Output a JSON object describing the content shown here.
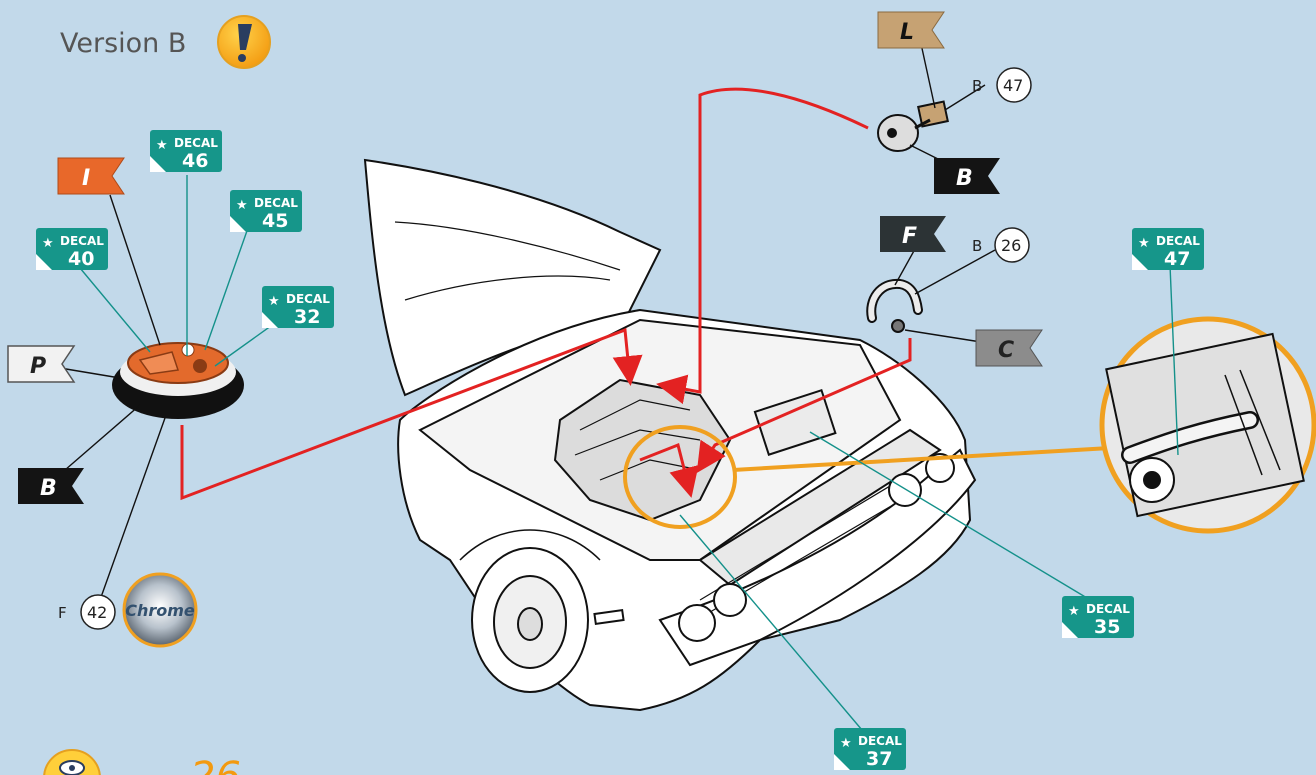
{
  "header": {
    "version_label": "Version B",
    "warning_icon": "exclamation-icon"
  },
  "decals": [
    {
      "id": "d46",
      "word": "DECAL",
      "number": "46"
    },
    {
      "id": "d45",
      "word": "DECAL",
      "number": "45"
    },
    {
      "id": "d40",
      "word": "DECAL",
      "number": "40"
    },
    {
      "id": "d32",
      "word": "DECAL",
      "number": "32"
    },
    {
      "id": "d47",
      "word": "DECAL",
      "number": "47"
    },
    {
      "id": "d35",
      "word": "DECAL",
      "number": "35"
    },
    {
      "id": "d37",
      "word": "DECAL",
      "number": "37"
    }
  ],
  "flags": [
    {
      "id": "flag-I",
      "letter": "I",
      "color": "#e8682a",
      "text_color": "#ffffff"
    },
    {
      "id": "flag-P",
      "letter": "P",
      "color": "#f2f2f2",
      "text_color": "#222222"
    },
    {
      "id": "flag-B-left",
      "letter": "B",
      "color": "#141414",
      "text_color": "#ffffff"
    },
    {
      "id": "flag-L",
      "letter": "L",
      "color": "#c6a273",
      "text_color": "#111111"
    },
    {
      "id": "flag-B-right",
      "letter": "B",
      "color": "#141414",
      "text_color": "#ffffff"
    },
    {
      "id": "flag-F",
      "letter": "F",
      "color": "#2c3335",
      "text_color": "#ffffff"
    },
    {
      "id": "flag-C",
      "letter": "C",
      "color": "#8c8c8c",
      "text_color": "#222222"
    }
  ],
  "part_refs": [
    {
      "id": "ref-B47",
      "prefix": "B",
      "number": "47"
    },
    {
      "id": "ref-B26",
      "prefix": "B",
      "number": "26"
    },
    {
      "id": "ref-F42",
      "prefix": "F",
      "number": "42"
    }
  ],
  "finish_badge": {
    "label": "Chrome"
  },
  "footer": {
    "eye_icon": "eye-icon",
    "partial_number": "26"
  },
  "colors": {
    "background": "#c2d9ea",
    "decal_green": "#16968a",
    "leader_line": "#14918a",
    "arrow_red": "#e32222",
    "highlight_orange": "#f0a020",
    "air_cleaner_orange": "#e36a2c"
  }
}
